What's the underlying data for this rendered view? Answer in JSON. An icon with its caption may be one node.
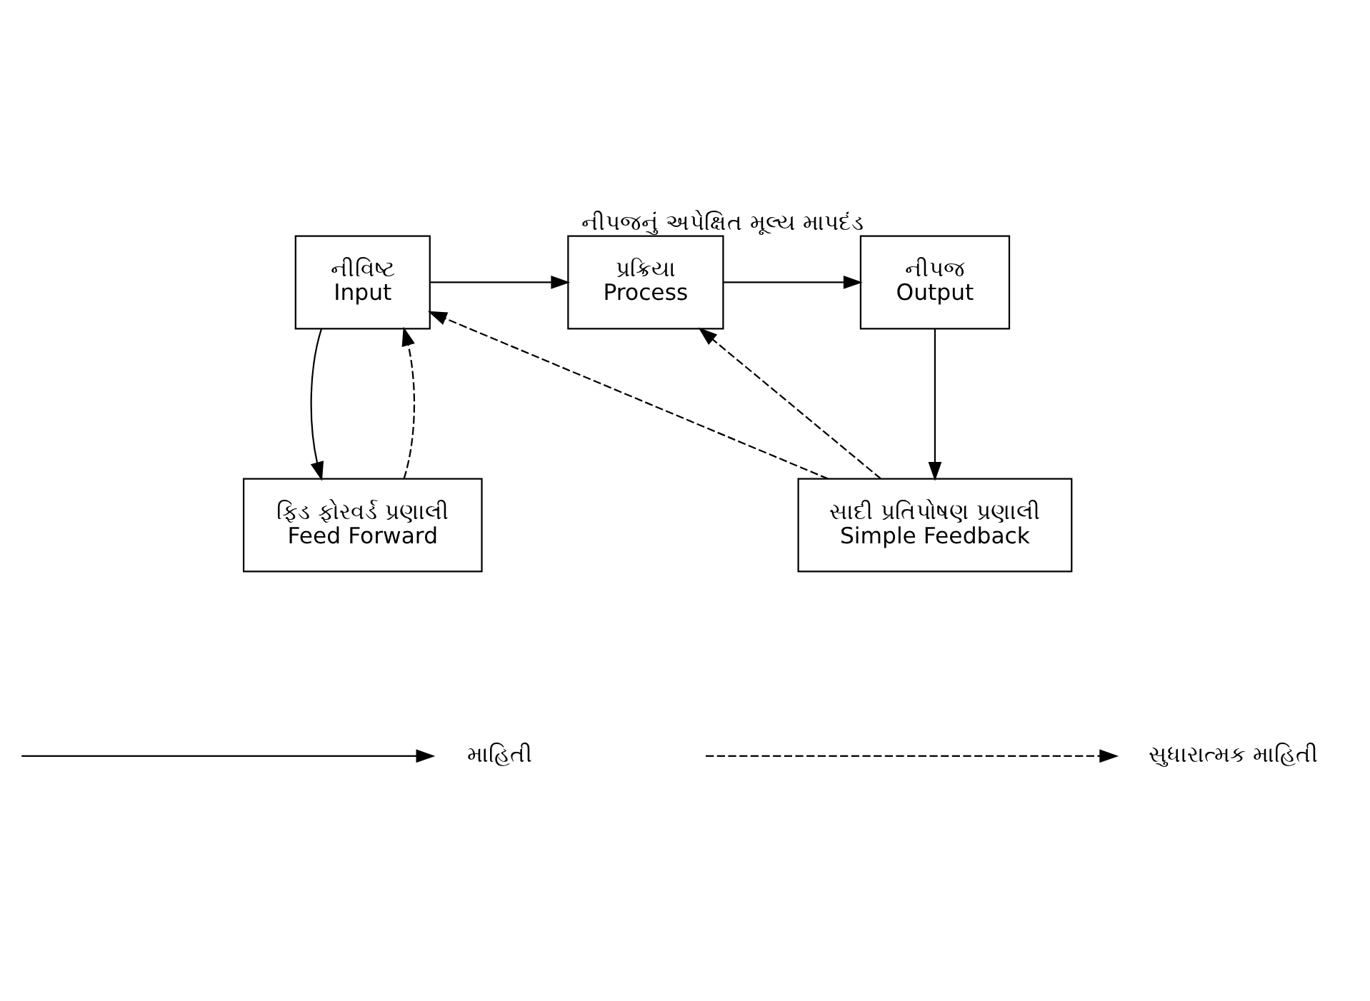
{
  "diagram": {
    "nodes": [
      {
        "text": [
          "નીવિષ્ટ",
          "Input"
        ]
      },
      {
        "text": [
          "પ્રક્રિયા",
          "Process"
        ]
      },
      {
        "text": [
          "નીપજ",
          "Output"
        ],
        "beside": [
          "નીપજનું અપેક્ષિત મૂલ્ય માપદંડ"
        ]
      },
      {
        "text": [
          "ફિડ ફોરવર્ડ પ્રણાલી",
          "Feed Forward"
        ]
      },
      {
        "text": [
          "સાદી પ્રતિપોષણ પ્રણાલી",
          "Simple Feedback"
        ]
      }
    ],
    "edges": [
      {
        "from": 0,
        "to": 1,
        "arrow": "to"
      },
      {
        "from": 1,
        "to": 2,
        "arrow": "to"
      },
      {
        "from": 0,
        "to": 3,
        "arrow": "to"
      },
      {
        "from": 3,
        "to": 0,
        "arrow": "to",
        "style": "dashed"
      },
      {
        "from": 2,
        "to": 4,
        "arrow": "to"
      },
      {
        "from": 4,
        "to": 0,
        "arrow": "to",
        "style": "dashed"
      },
      {
        "from": 4,
        "to": 1,
        "arrow": "to",
        "style": "dashed"
      }
    ],
    "legend": [
      {
        "text": "માહિતી"
      },
      {
        "text": "સુધારાત્મક માહિતી"
      }
    ]
  }
}
